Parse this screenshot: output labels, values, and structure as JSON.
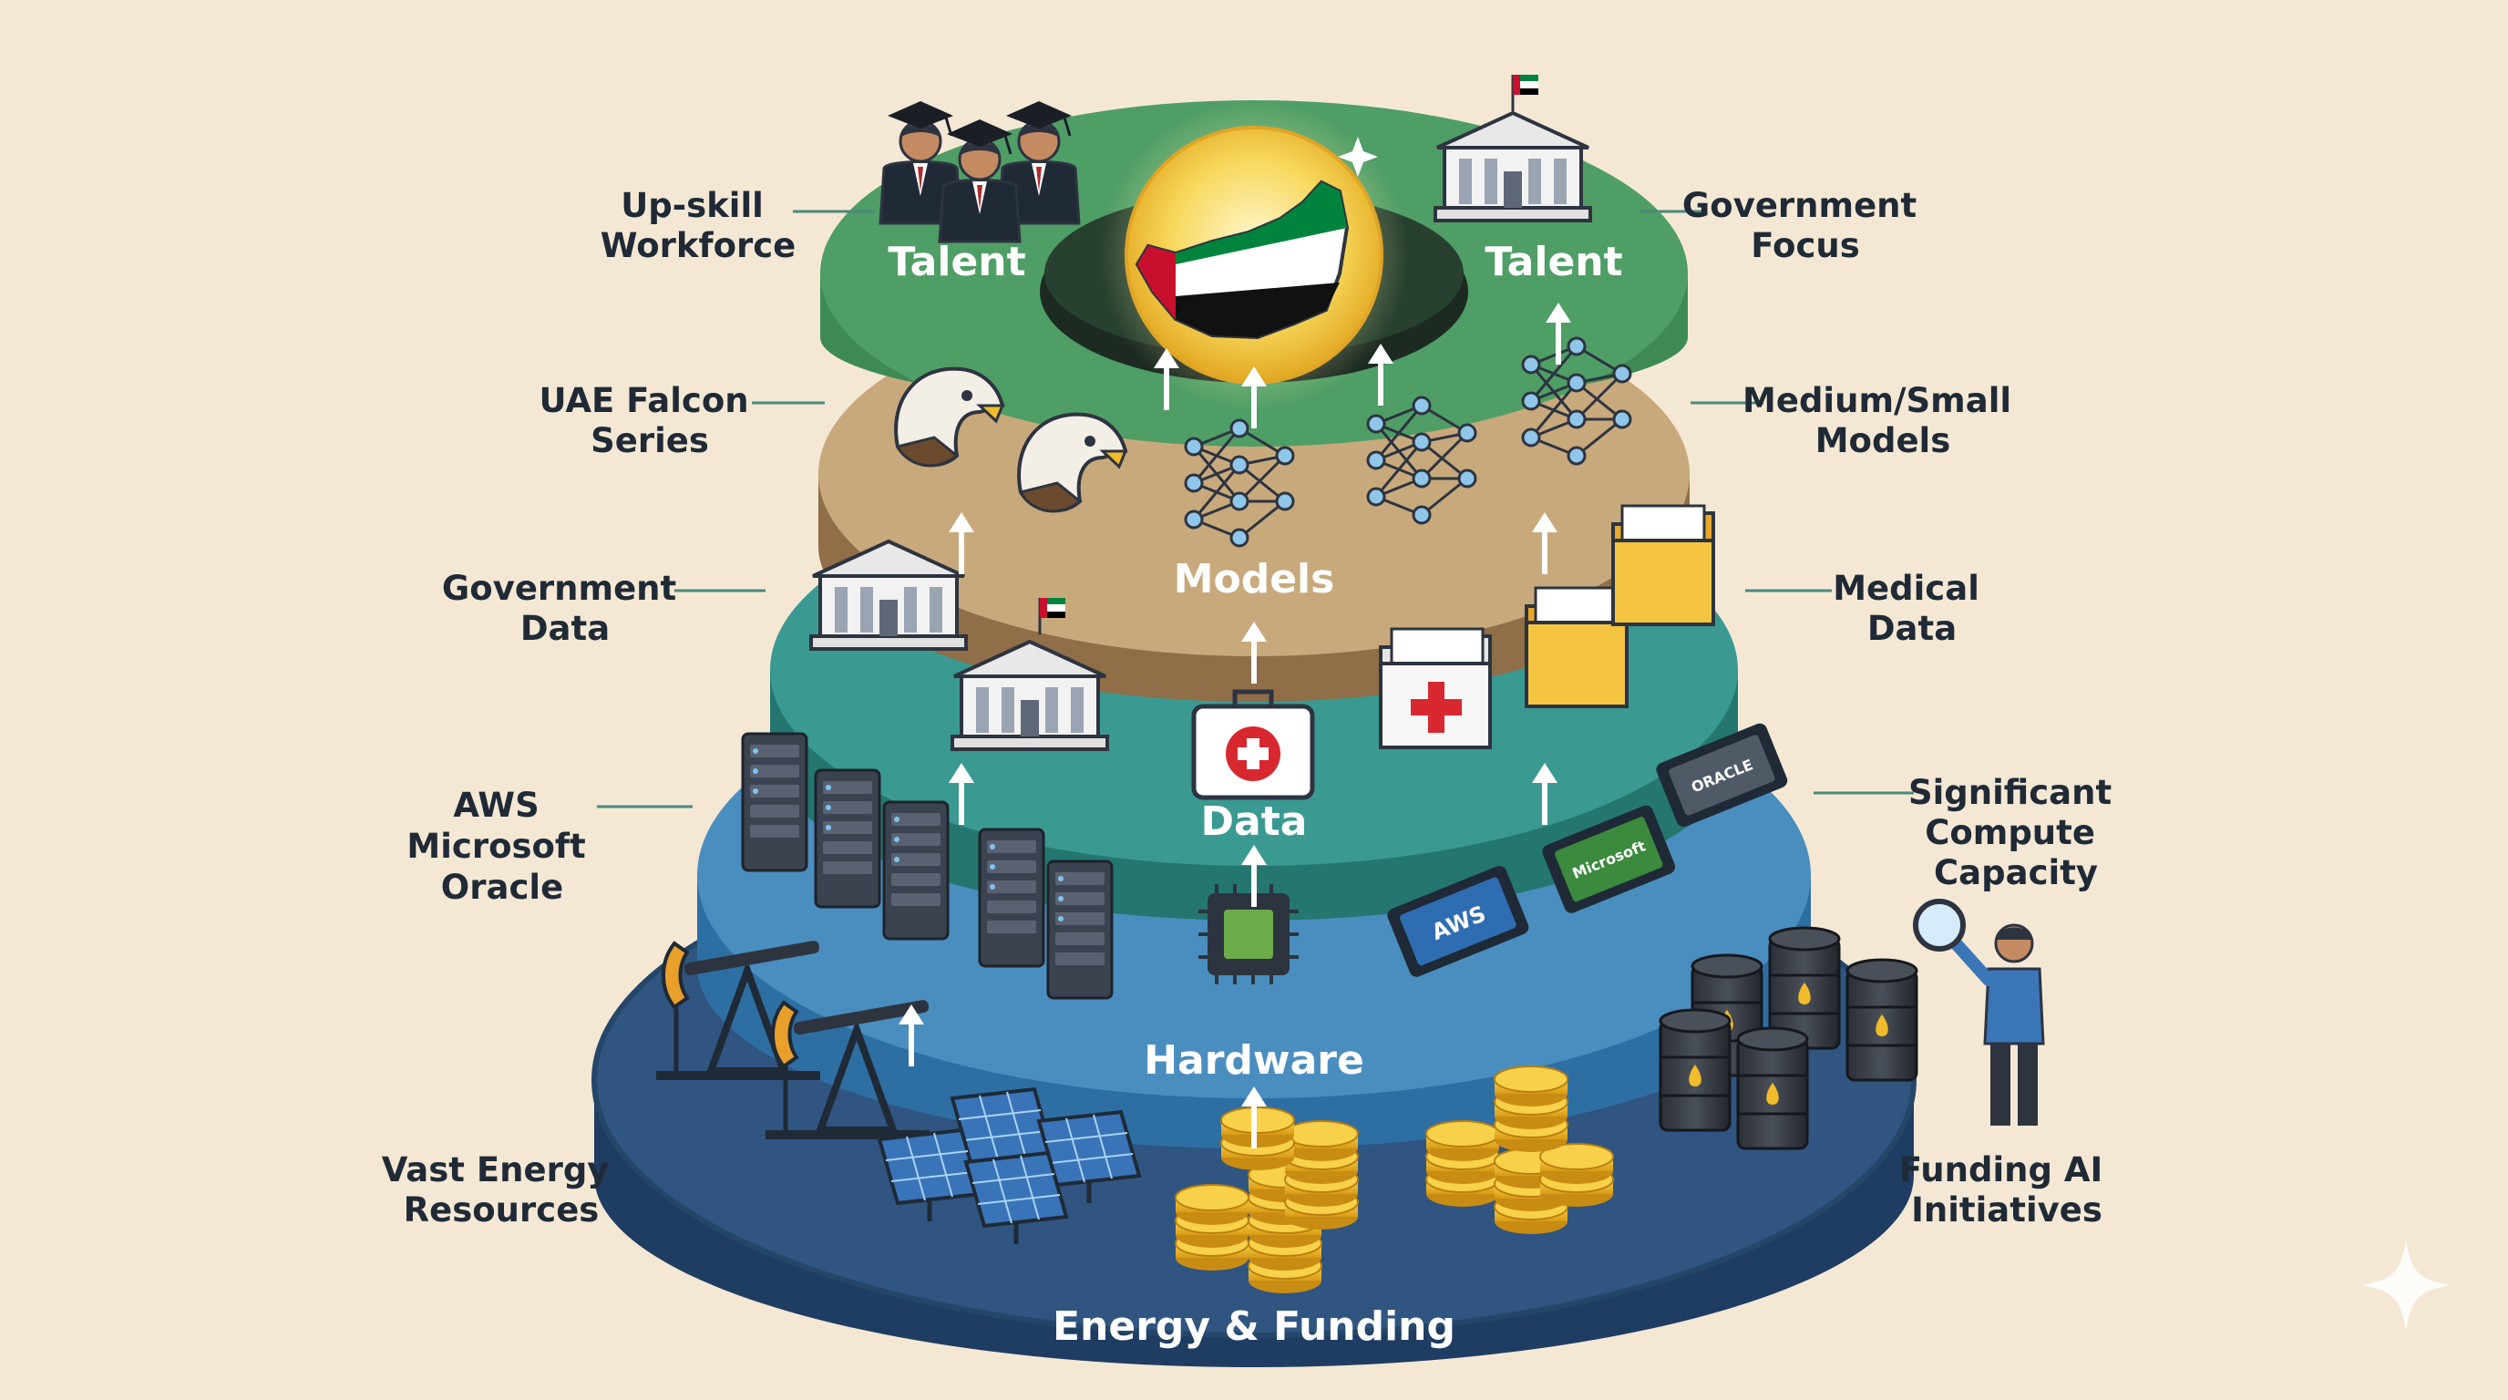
{
  "tiers": {
    "talent_left": "Talent",
    "talent_right": "Talent",
    "models": "Models",
    "data": "Data",
    "hardware": "Hardware",
    "energy": "Energy & Funding"
  },
  "callouts": {
    "upskill": [
      "Up-skill",
      "Workforce"
    ],
    "gov_focus": [
      "Government",
      "Focus"
    ],
    "falcon": [
      "UAE Falcon",
      "Series"
    ],
    "small_models": [
      "Medium/Small",
      "Models"
    ],
    "gov_data": [
      "Government",
      "Data"
    ],
    "medical": [
      "Medical",
      "Data"
    ],
    "cloud": [
      "AWS",
      "Microsoft",
      "Oracle"
    ],
    "compute": [
      "Significant",
      "Compute",
      "Capacity"
    ],
    "energy": [
      "Vast Energy",
      "Resources"
    ],
    "funding": [
      "Funding AI",
      "Initiatives"
    ]
  },
  "chips": {
    "aws": "AWS",
    "microsoft": "Microsoft",
    "oracle": "ORACLE"
  },
  "colors": {
    "background": "#f4e8d5",
    "energy_tier": "#2f5580",
    "hardware_tier": "#4a8ebf",
    "data_tier": "#3a9a92",
    "models_tier": "#b3936a",
    "talent_tier": "#3e8a55",
    "gold": "#f1bc2a"
  }
}
